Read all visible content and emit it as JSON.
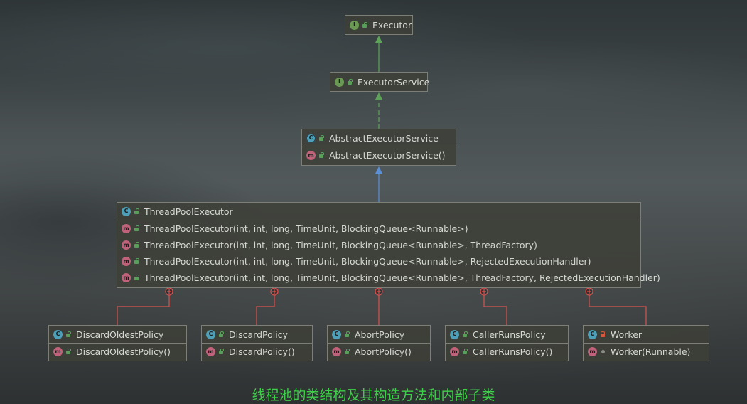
{
  "nodes": {
    "executor": {
      "kind": "I",
      "name": "Executor"
    },
    "executor_service": {
      "kind": "I",
      "name": "ExecutorService"
    },
    "abstract_executor_service": {
      "kind": "C",
      "name": "AbstractExecutorService",
      "methods": [
        "AbstractExecutorService()"
      ]
    },
    "thread_pool_executor": {
      "kind": "C",
      "name": "ThreadPoolExecutor",
      "methods": [
        "ThreadPoolExecutor(int, int, long, TimeUnit, BlockingQueue<Runnable>)",
        "ThreadPoolExecutor(int, int, long, TimeUnit, BlockingQueue<Runnable>, ThreadFactory)",
        "ThreadPoolExecutor(int, int, long, TimeUnit, BlockingQueue<Runnable>, RejectedExecutionHandler)",
        "ThreadPoolExecutor(int, int, long, TimeUnit, BlockingQueue<Runnable>, ThreadFactory, RejectedExecutionHandler)"
      ]
    },
    "discard_oldest_policy": {
      "kind": "C",
      "name": "DiscardOldestPolicy",
      "methods": [
        "DiscardOldestPolicy()"
      ]
    },
    "discard_policy": {
      "kind": "C",
      "name": "DiscardPolicy",
      "methods": [
        "DiscardPolicy()"
      ]
    },
    "abort_policy": {
      "kind": "C",
      "name": "AbortPolicy",
      "methods": [
        "AbortPolicy()"
      ]
    },
    "caller_runs_policy": {
      "kind": "C",
      "name": "CallerRunsPolicy",
      "methods": [
        "CallerRunsPolicy()"
      ]
    },
    "worker": {
      "kind": "C",
      "name": "Worker",
      "methods": [
        "Worker(Runnable)"
      ]
    }
  },
  "badges": {
    "interface": "I",
    "class": "C",
    "method": "m"
  },
  "colors": {
    "interface_extends": "#5fa35a",
    "class_extends": "#5b8fd6",
    "inner_class": "#d9534f",
    "caption": "#3fcf4a"
  },
  "caption": "线程池的类结构及其构造方法和内部子类"
}
